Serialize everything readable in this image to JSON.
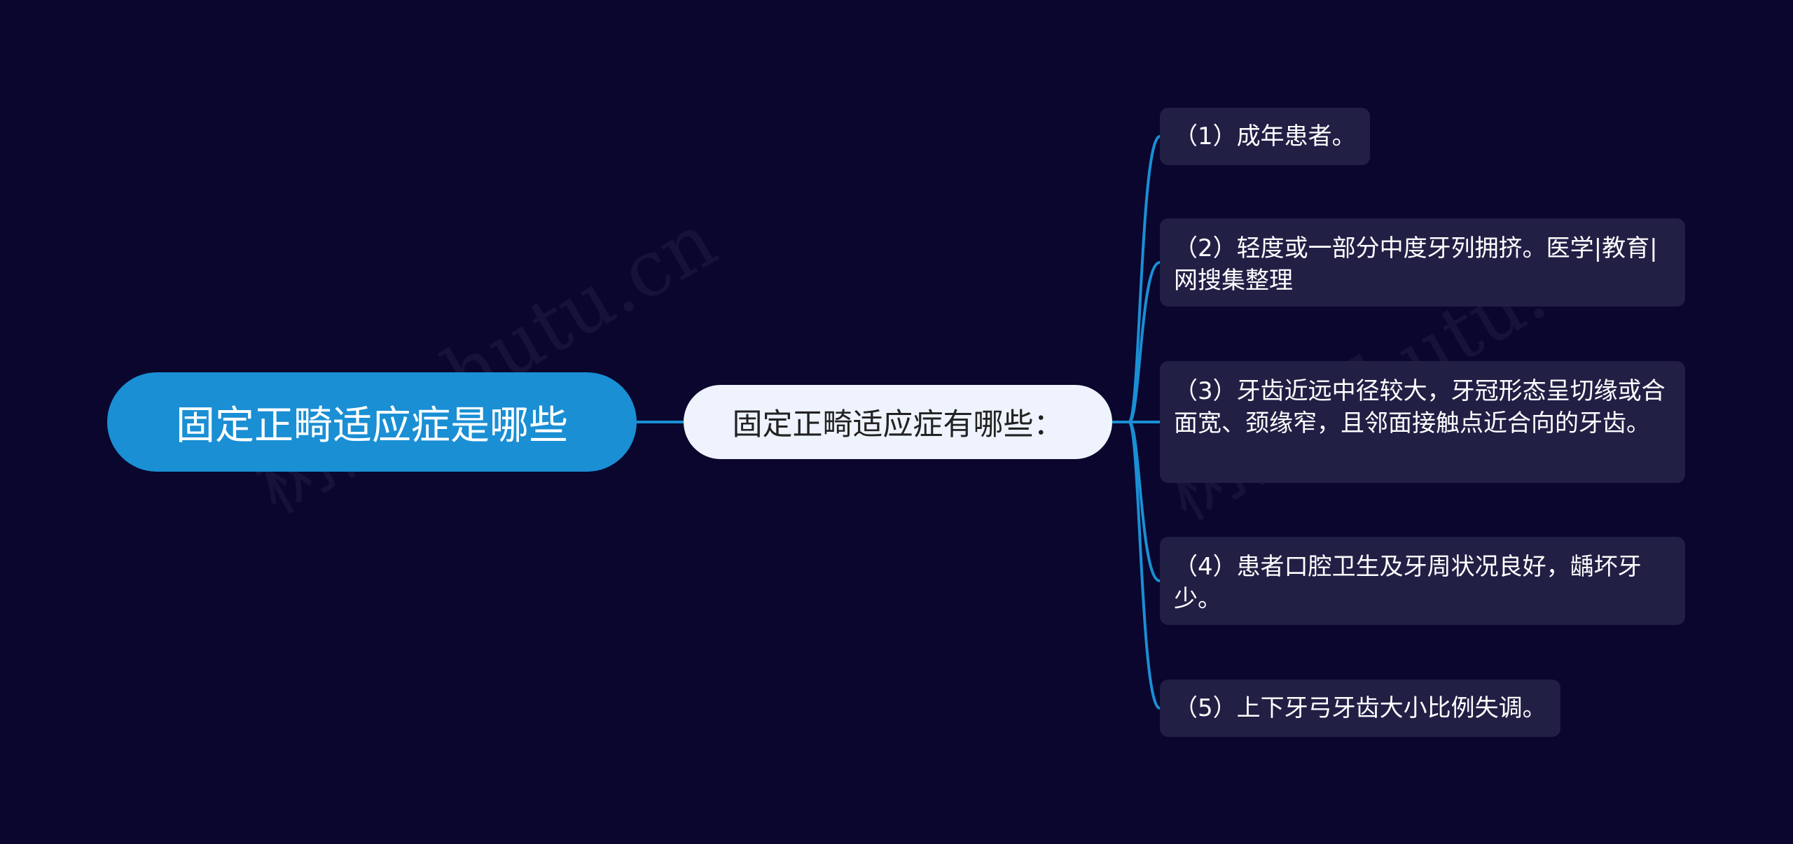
{
  "colors": {
    "background": "#0a062e",
    "root_fill": "#1a8fd4",
    "mid_fill": "#eef3fd",
    "leaf_fill": "#221f45",
    "connector": "#1a8fd4"
  },
  "root": {
    "label": "固定正畸适应症是哪些"
  },
  "branch": {
    "label": "固定正畸适应症有哪些："
  },
  "leaves": [
    {
      "label": "（1）成年患者。"
    },
    {
      "label": "（2）轻度或一部分中度牙列拥挤。医学|教育|网搜集整理"
    },
    {
      "label": "（3）牙齿近远中径较大，牙冠形态呈切缘或合面宽、颈缘窄，且邻面接触点近合向的牙齿。"
    },
    {
      "label": "（4）患者口腔卫生及牙周状况良好，龋坏牙少。"
    },
    {
      "label": "（5）上下牙弓牙齿大小比例失调。"
    }
  ],
  "watermark": {
    "text": "树图 shutu.cn"
  }
}
